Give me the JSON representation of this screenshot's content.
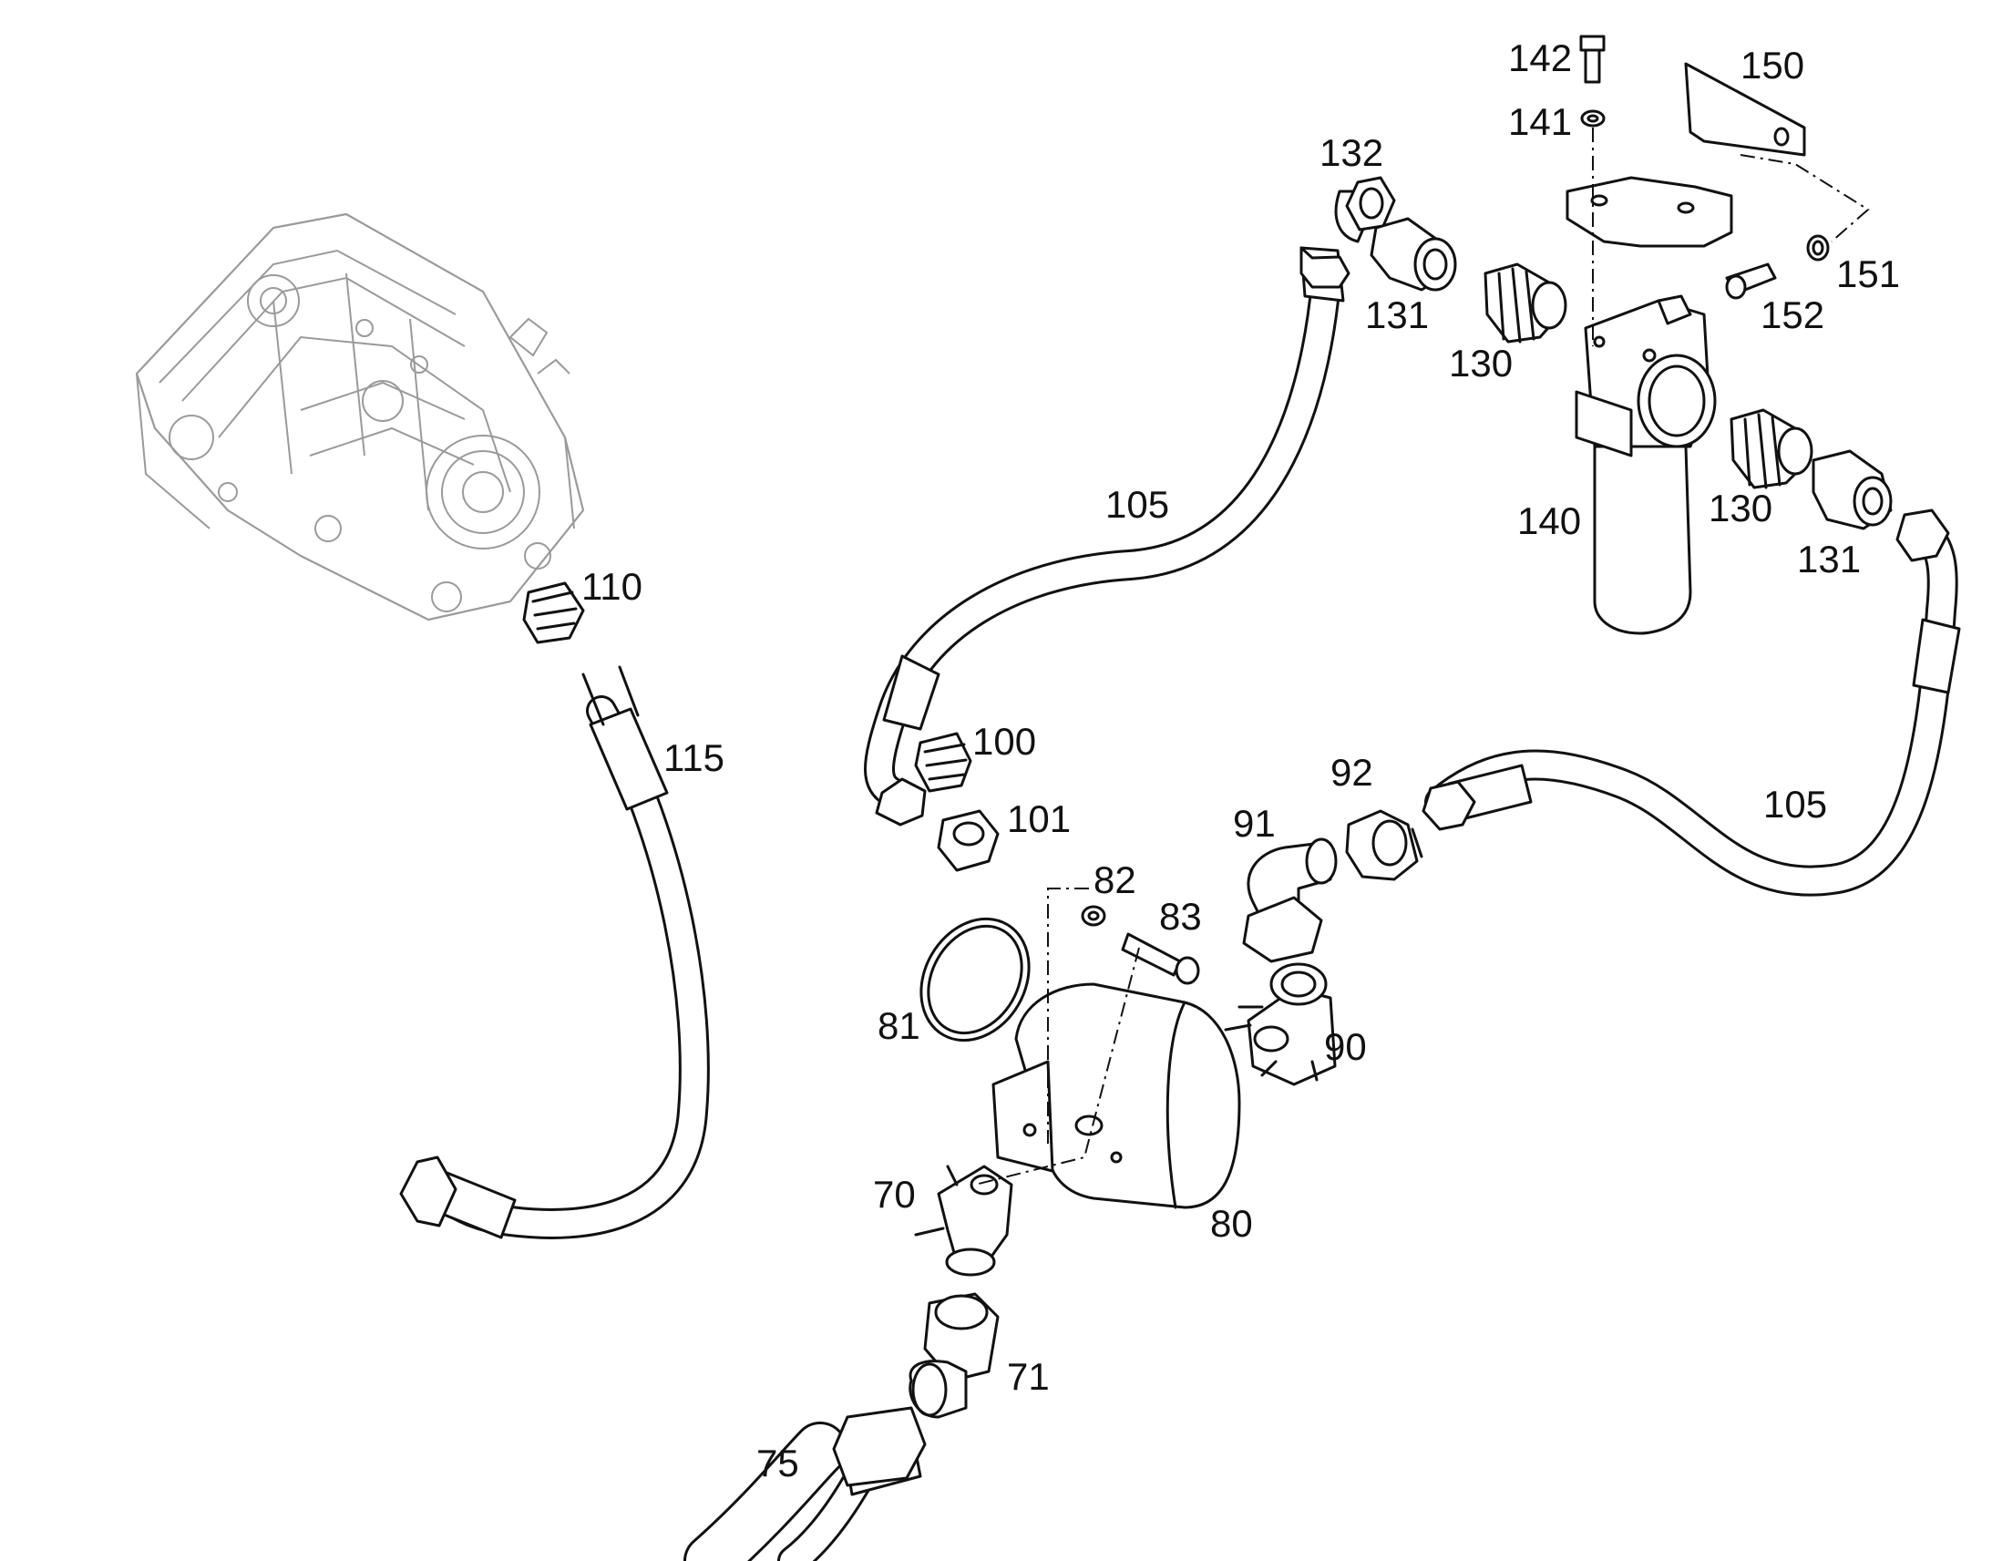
{
  "callouts": {
    "c142": "142",
    "c150": "150",
    "c141": "141",
    "c132": "132",
    "c151": "151",
    "c131a": "131",
    "c152": "152",
    "c130a": "130",
    "c105a": "105",
    "c130b": "130",
    "c140": "140",
    "c131b": "131",
    "c110": "110",
    "c115": "115",
    "c100": "100",
    "c92": "92",
    "c101": "101",
    "c91": "91",
    "c105b": "105",
    "c82": "82",
    "c83": "83",
    "c81": "81",
    "c90": "90",
    "c70": "70",
    "c80": "80",
    "c71": "71",
    "c75": "75"
  }
}
